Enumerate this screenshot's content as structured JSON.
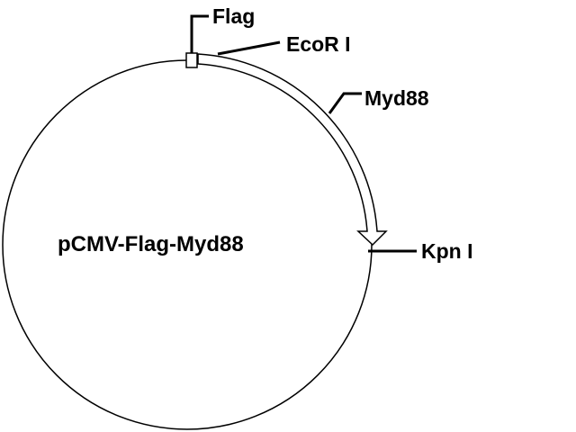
{
  "plasmid": {
    "name": "pCMV-Flag-Myd88"
  },
  "features": {
    "flag": "Flag",
    "myd88": "Myd88"
  },
  "sites": {
    "ecori": "EcoR I",
    "kpni": "Kpn I"
  },
  "colors": {
    "line": "#000000",
    "background": "#ffffff",
    "fill": "#ffffff"
  }
}
